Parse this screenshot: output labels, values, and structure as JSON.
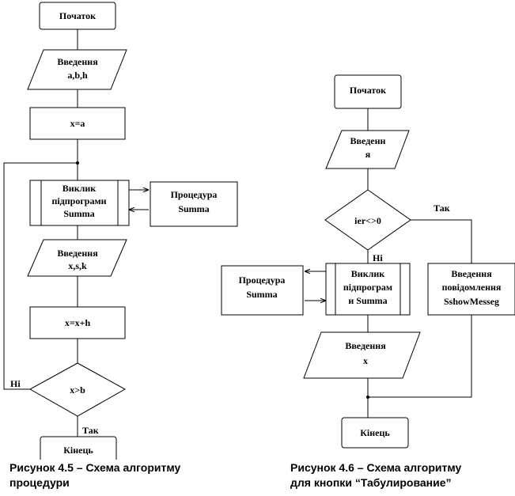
{
  "left_diagram": {
    "start": "Початок",
    "input_1": [
      "Введення",
      "a,b,h"
    ],
    "assign_1": "x=a",
    "call": [
      "Виклик",
      "підпрограми",
      "Summa"
    ],
    "procedure": [
      "Процедура",
      "Summa"
    ],
    "input_2": [
      "Введення",
      "x,s,k"
    ],
    "assign_2": "x=x+h",
    "condition": "x>b",
    "no_label": "Hi",
    "yes_label": "Так",
    "end": "Кінець",
    "caption": [
      "Рисунок 4.5 – Схема алгоритму",
      "процедури"
    ]
  },
  "right_diagram": {
    "start": "Початок",
    "input_1": [
      "Введенн",
      "я"
    ],
    "condition": "ier<>0",
    "yes_label": "Так",
    "no_label": "Hi",
    "call": [
      "Виклик",
      "підпрограм",
      "и Summa"
    ],
    "procedure": [
      "Процедура",
      "Summa"
    ],
    "message": [
      "Введення",
      "повідомлення",
      "SshowMesseg"
    ],
    "input_2": [
      "Введення",
      "x"
    ],
    "end": "Кінець",
    "caption": [
      "Рисунок 4.6 – Схема алгоритму",
      "для кнопки  “Табулирование”"
    ]
  }
}
